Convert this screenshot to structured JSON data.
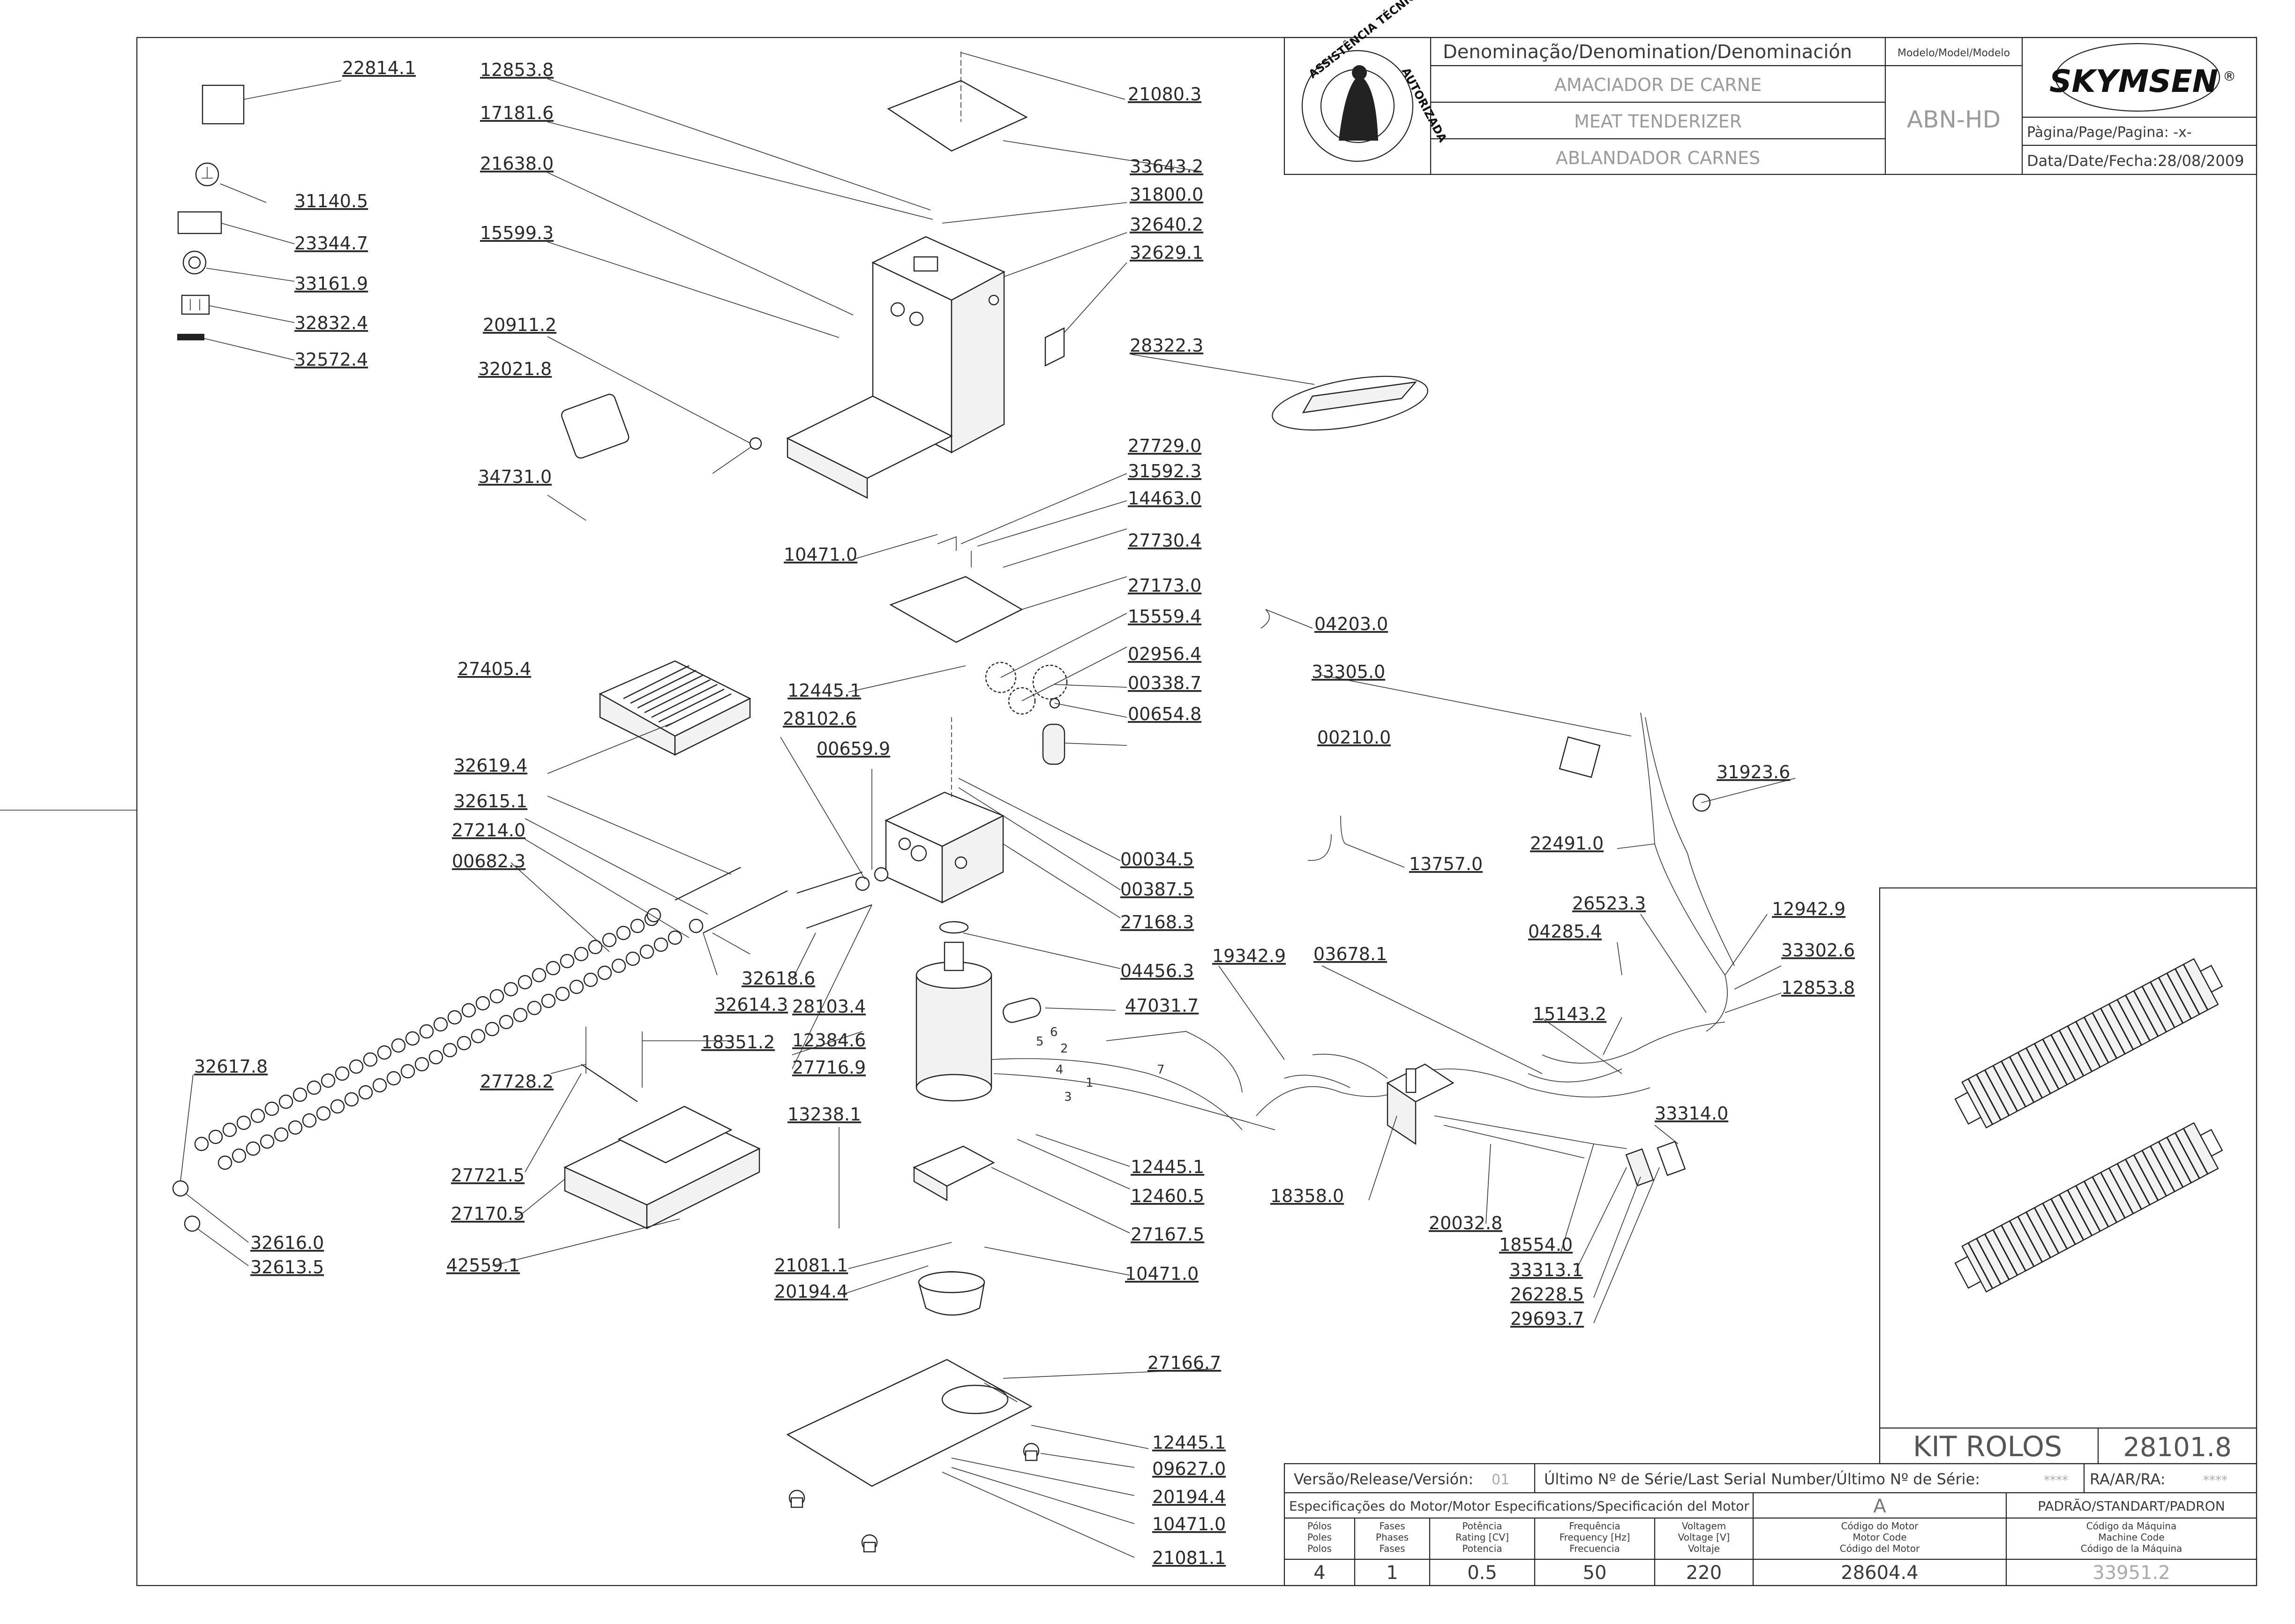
{
  "title_block": {
    "denomination_header": "Denominação/Denomination/Denominación",
    "name_pt": "AMACIADOR DE CARNE",
    "name_en": "MEAT TENDERIZER",
    "name_es": "ABLANDADOR CARNES",
    "model_header": "Modelo/Model/Modelo",
    "model_value": "ABN-HD",
    "brand": "SKYMSEN",
    "brand_mark": "®",
    "page_label": "Pàgina/Page/Pagina: -x-",
    "date_label": "Data/Date/Fecha:28/08/2009",
    "seal_text_top": "ASSISTÊNCIA TÉCNICA",
    "seal_text_side": "AUTORIZADA"
  },
  "kit": {
    "title": "KIT ROLOS",
    "code": "28101.8"
  },
  "bottom_block": {
    "release_label": "Versão/Release/Versión:",
    "release_value": "01",
    "serial_label": "Último Nº de Série/Last Serial Number/Último Nº de Série:",
    "serial_value": "****",
    "ra_label": "RA/AR/RA:",
    "ra_value": "****",
    "motor_spec_label": "Especificações do Motor/Motor Especifications/Specificación del Motor",
    "motor_code_letter": "A",
    "machine_standard": "PADRÃO/STANDART/PADRON",
    "columns": [
      {
        "h1": "Pólos",
        "h2": "Poles",
        "h3": "Polos",
        "value": "4"
      },
      {
        "h1": "Fases",
        "h2": "Phases",
        "h3": "Fases",
        "value": "1"
      },
      {
        "h1": "Potência",
        "h2": "Rating [CV]",
        "h3": "Potencia",
        "value": "0.5"
      },
      {
        "h1": "Frequência",
        "h2": "Frequency [Hz]",
        "h3": "Frecuencia",
        "value": "50"
      },
      {
        "h1": "Voltagem",
        "h2": "Voltage [V]",
        "h3": "Voltaje",
        "value": "220"
      },
      {
        "h1": "Código do Motor",
        "h2": "Motor Code",
        "h3": "Código del Motor",
        "value": "28604.4"
      },
      {
        "h1": "Código da Máquina",
        "h2": "Machine Code",
        "h3": "Código de la Máquina",
        "value": "33951.2"
      }
    ]
  },
  "wire_numbers": [
    "1",
    "2",
    "3",
    "4",
    "5",
    "6",
    "7"
  ],
  "labels": [
    "22814.1",
    "31140.5",
    "23344.7",
    "33161.9",
    "32832.4",
    "32572.4",
    "12853.8",
    "17181.6",
    "21638.0",
    "15599.3",
    "20911.2",
    "32021.8",
    "34731.0",
    "21080.3",
    "33643.2",
    "31800.0",
    "32640.2",
    "32629.1",
    "28322.3",
    "27729.0",
    "31592.3",
    "14463.0",
    "10471.0",
    "27730.4",
    "27173.0",
    "15559.4",
    "02956.4",
    "00338.7",
    "00654.8",
    "12445.1",
    "28102.6",
    "00659.9",
    "00034.5",
    "00387.5",
    "27168.3",
    "04456.3",
    "27405.4",
    "32619.4",
    "32615.1",
    "27214.0",
    "00682.3",
    "32618.6",
    "32614.3",
    "28103.4",
    "12384.6",
    "27716.9",
    "18351.2",
    "27728.2",
    "32617.8",
    "27721.5",
    "27170.5",
    "42559.1",
    "32616.0",
    "32613.5",
    "13238.1",
    "12445.1",
    "12460.5",
    "27167.5",
    "21081.1",
    "20194.4",
    "10471.0",
    "27166.7",
    "12445.1",
    "09627.0",
    "20194.4",
    "10471.0",
    "21081.1",
    "47031.7",
    "04203.0",
    "33305.0",
    "00210.0",
    "13757.0",
    "31923.6",
    "22491.0",
    "26523.3",
    "12942.9",
    "04285.4",
    "33302.6",
    "12853.8",
    "19342.9",
    "03678.1",
    "15143.2",
    "33314.0",
    "18358.0",
    "20032.8",
    "18554.0",
    "33313.1",
    "26228.5",
    "29693.7"
  ]
}
